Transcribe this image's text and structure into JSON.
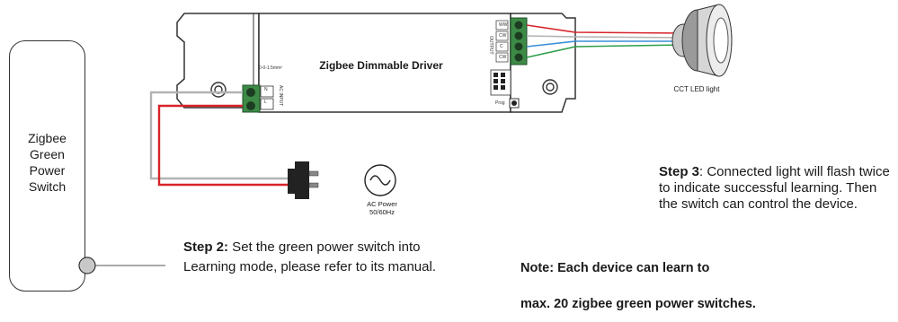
{
  "switch": {
    "lines": [
      "Zigbee",
      "Green",
      "Power",
      "Switch"
    ]
  },
  "driver": {
    "title": "Zigbee Dimmable Driver",
    "output_label": "OUTPUT",
    "output_terminals": [
      "WW",
      "CW",
      "C",
      "CW"
    ],
    "input_label": "AC INPUT",
    "input_terminals": [
      "N",
      "L"
    ],
    "prog_label": "Prog",
    "dim_label": "0-0-1.5mm²"
  },
  "light": {
    "label": "CCT LED light"
  },
  "power": {
    "line1": "AC Power",
    "line2": "50/60Hz"
  },
  "step2": {
    "bold": "Step 2:",
    "text": " Set the green power switch into Learning mode, please refer to its manual."
  },
  "step3": {
    "bold": "Step 3",
    "text": ": Connected light will flash twice to indicate successful learning. Then the switch can control the device."
  },
  "note": {
    "line1": "Note: Each device can learn to",
    "line2": "max. 20 zigbee green power switches."
  },
  "colors": {
    "red_wire": "#d8232a",
    "grey_wire": "#b3b3b3",
    "green_wire": "#2e9e48",
    "blue_wire": "#3a8fd8",
    "terminal_green": "#2f7a3a"
  }
}
